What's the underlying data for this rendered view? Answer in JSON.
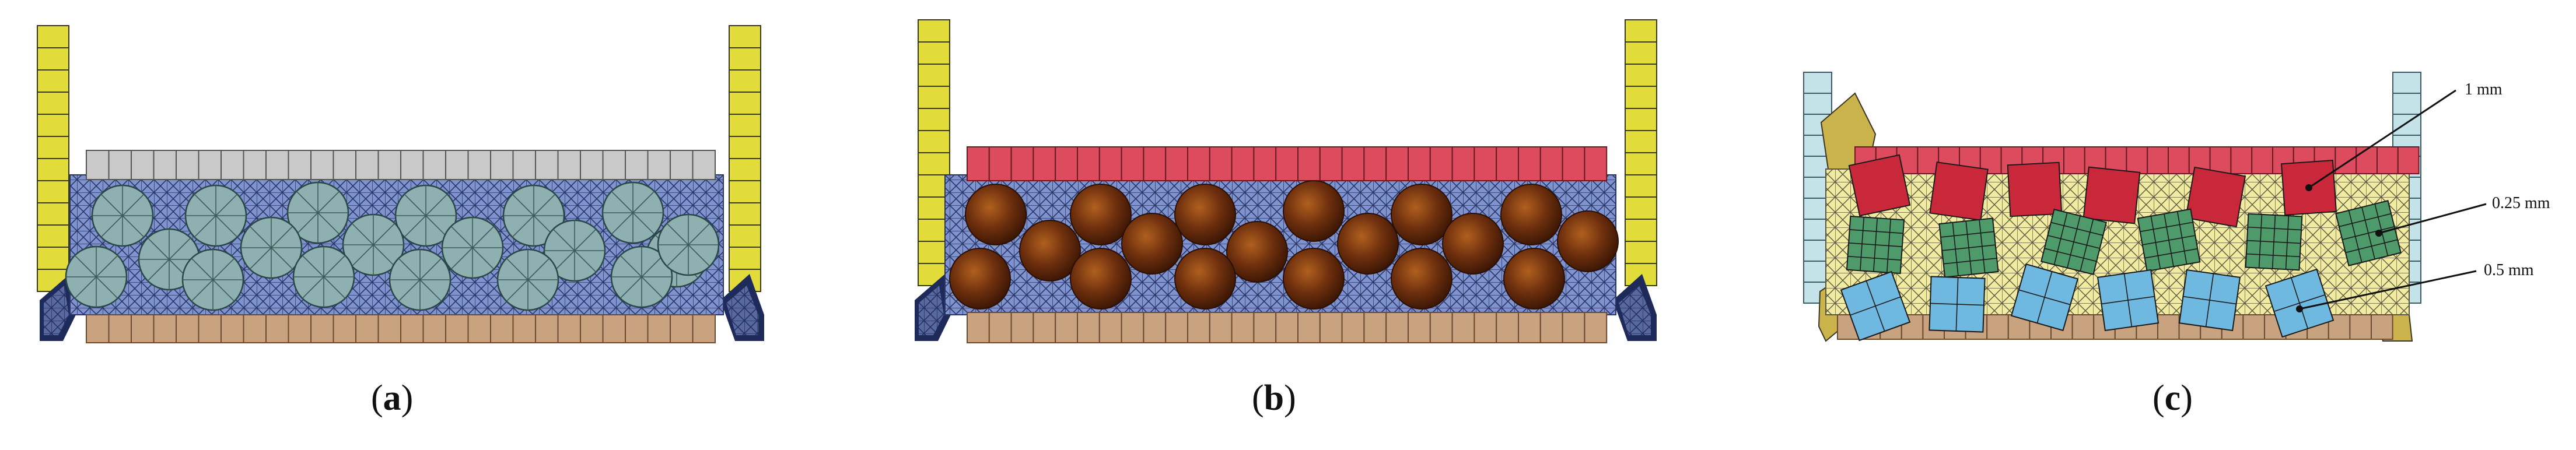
{
  "panels": [
    {
      "id": "a",
      "label_open": "(",
      "letter": "a",
      "label_close": ")"
    },
    {
      "id": "b",
      "label_open": "(",
      "letter": "b",
      "label_close": ")"
    },
    {
      "id": "c",
      "label_open": "(",
      "letter": "c",
      "label_close": ")"
    }
  ],
  "annotations": {
    "size_1": "1 mm",
    "size_2": "0.25 mm",
    "size_3": "0.5 mm"
  },
  "colors": {
    "wall_yellow": "#e2dc3a",
    "wall_light_blue": "#c3e3e8",
    "top_plate_gray": "#c9c9c9",
    "top_plate_red": "#dd4c5e",
    "bottom_plate_tan": "#c9a27f",
    "matrix_blue": "#7f93cf",
    "matrix_yellow": "#f0eba0",
    "seal_dark": "#1e2a5a",
    "particle_teal": "#8fb0b0",
    "particle_brown": "#6e2f0e",
    "particle_red": "#c8283a",
    "particle_green": "#4f9a6a",
    "particle_lightblue": "#6fb8df"
  }
}
